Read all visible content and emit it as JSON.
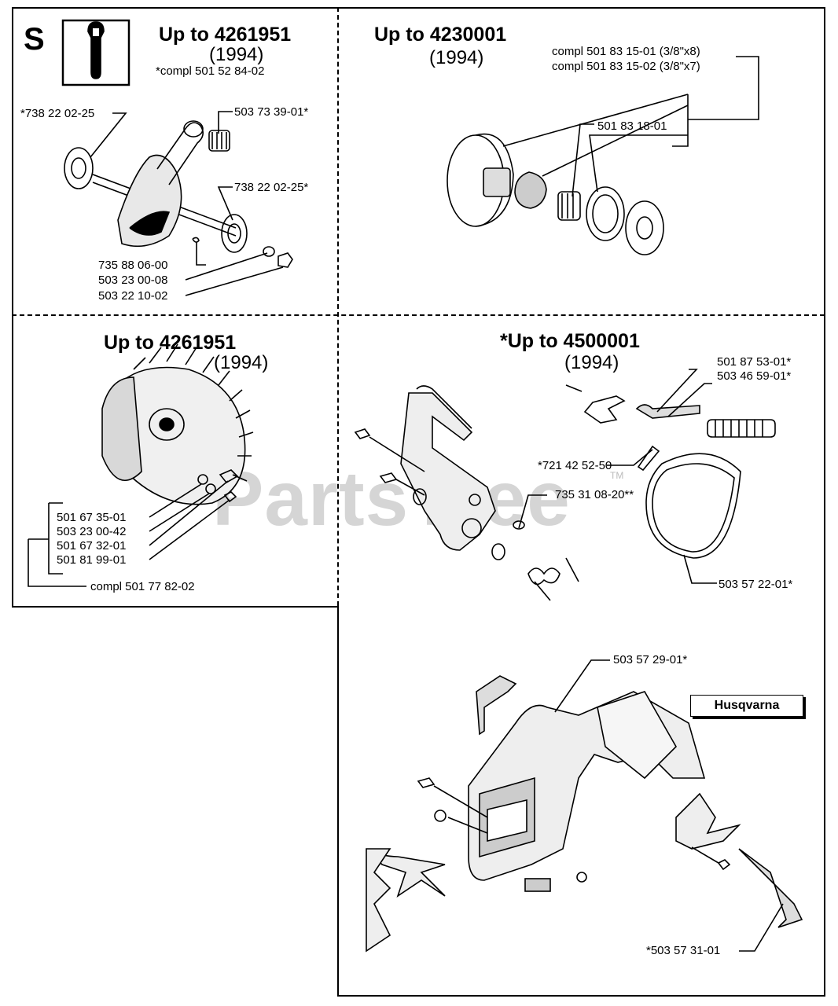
{
  "sections": {
    "crankshaft": {
      "letter": "S",
      "title": "Up to 4261951",
      "year": "(1994)",
      "note": "*compl 501 52 84-02",
      "parts": [
        "*738 22 02-25",
        "503 73 39-01*",
        "738 22 02-25*",
        "735 88 06-00",
        "503 23 00-08",
        "503 22 10-02"
      ]
    },
    "clutch": {
      "title": "Up to 4230001",
      "year": "(1994)",
      "parts": [
        "compl 501 83 15-01 (3/8\"x8)",
        "compl 501 83 15-02 (3/8\"x7)",
        "501 83 18-01"
      ]
    },
    "flywheel": {
      "title": "Up to 4261951",
      "year": "(1994)",
      "parts": [
        "501 67 35-01",
        "503 23 00-42",
        "501 67 32-01",
        "501 81 99-01",
        "compl 501 77 82-02"
      ]
    },
    "chainbrake": {
      "title": "*Up to 4500001",
      "year": "(1994)",
      "parts": [
        "501 87 53-01*",
        "503 46 59-01*",
        "*721 42 52-50",
        "735 31 08-20**",
        "503 57 22-01*",
        "503 57 29-01*",
        "*503 57 31-01"
      ],
      "brand_label": "Husqvarna"
    }
  },
  "watermark": {
    "text": "PartsTree",
    "tm": "TM"
  }
}
